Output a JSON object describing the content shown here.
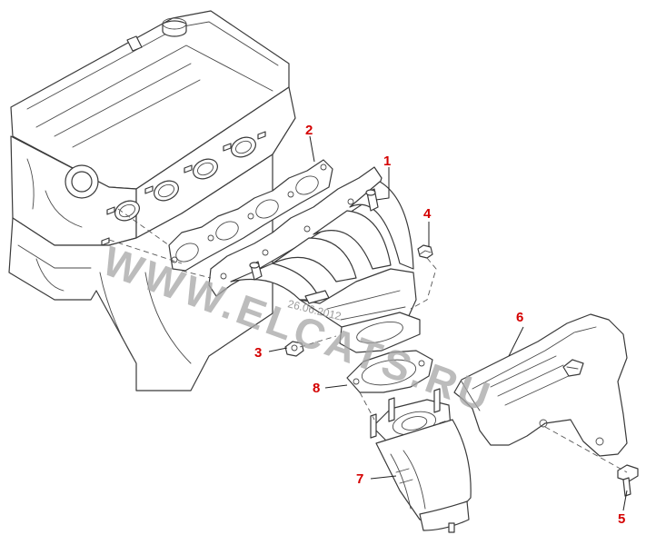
{
  "callouts": [
    {
      "id": "1",
      "label": "1"
    },
    {
      "id": "2",
      "label": "2"
    },
    {
      "id": "3",
      "label": "3"
    },
    {
      "id": "4",
      "label": "4"
    },
    {
      "id": "5",
      "label": "5"
    },
    {
      "id": "6",
      "label": "6"
    },
    {
      "id": "7",
      "label": "7"
    },
    {
      "id": "8",
      "label": "8"
    }
  ],
  "watermark": {
    "text": "WWW.ELCATS.RU",
    "date": "26.06.2012"
  },
  "colors": {
    "callout": "#d40000",
    "line": "#3a3a3a",
    "watermark": "#a6a6a6"
  }
}
